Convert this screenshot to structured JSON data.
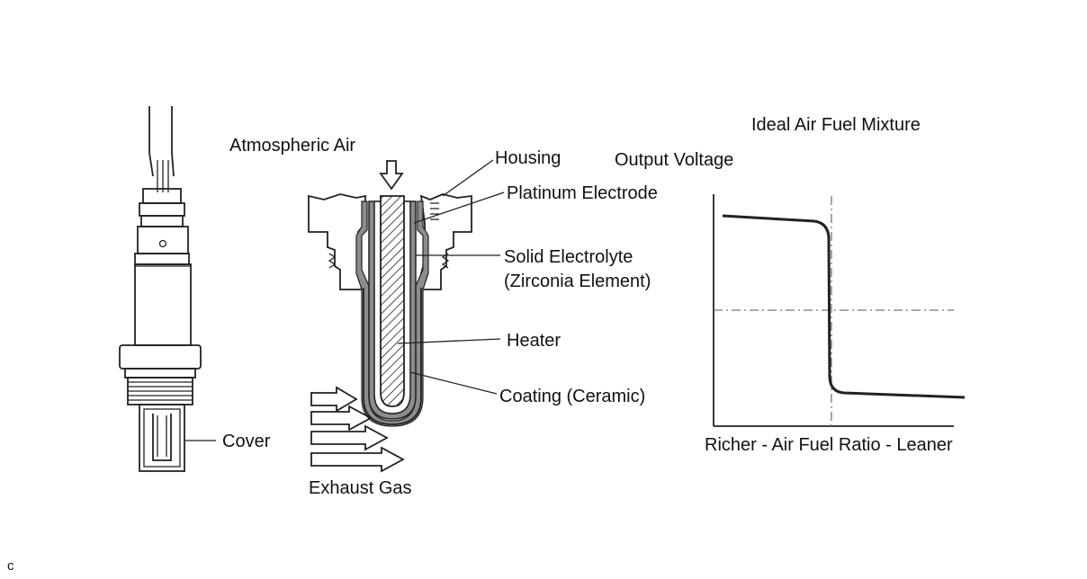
{
  "labels": {
    "atmospheric_air": "Atmospheric Air",
    "housing": "Housing",
    "platinum_electrode": "Platinum Electrode",
    "solid_electrolyte_line1": "Solid Electrolyte",
    "solid_electrolyte_line2": "(Zirconia Element)",
    "heater": "Heater",
    "coating": "Coating (Ceramic)",
    "exhaust_gas": "Exhaust Gas",
    "cover": "Cover",
    "corner_mark": "c"
  },
  "graph": {
    "title": "Ideal Air Fuel Mixture",
    "ylabel": "Output Voltage",
    "xlabel": "Richer - Air Fuel Ratio - Leaner"
  },
  "colors": {
    "line": "#222222",
    "electrolyte_fill": "#8c8c8c",
    "housing_fill": "#ffffff",
    "dashed_line": "#777777"
  }
}
